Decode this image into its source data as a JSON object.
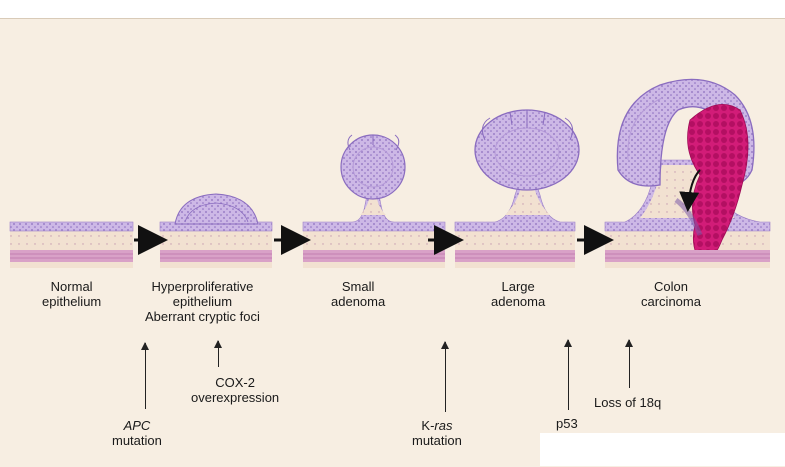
{
  "stages": [
    {
      "line1": "Normal",
      "line2": "epithelium",
      "line3": ""
    },
    {
      "line1": "Hyperproliferative",
      "line2": "epithelium",
      "line3": "Aberrant cryptic foci"
    },
    {
      "line1": "Small",
      "line2": "adenoma",
      "line3": ""
    },
    {
      "line1": "Large",
      "line2": "adenoma",
      "line3": ""
    },
    {
      "line1": "Colon",
      "line2": "carcinoma",
      "line3": ""
    }
  ],
  "mutations": [
    {
      "pre": "",
      "italic": "APC",
      "post": "",
      "line2": "mutation"
    },
    {
      "pre": "COX-2",
      "italic": "",
      "post": "",
      "line2": "overexpression"
    },
    {
      "pre": "K-",
      "italic": "ras",
      "post": "",
      "line2": "mutation"
    },
    {
      "pre": "p53",
      "italic": "",
      "post": "",
      "line2": ""
    },
    {
      "pre": "Loss of 18q",
      "italic": "",
      "post": "",
      "line2": ""
    }
  ],
  "colors": {
    "background": "#f7eee2",
    "epithelium": "#9b7fc7",
    "epithelium_light": "#cdb8e6",
    "stroma": "#f1dfcf",
    "muscularis": "#d9a1c7",
    "carcinoma": "#c8146e",
    "arrow": "#111111"
  }
}
